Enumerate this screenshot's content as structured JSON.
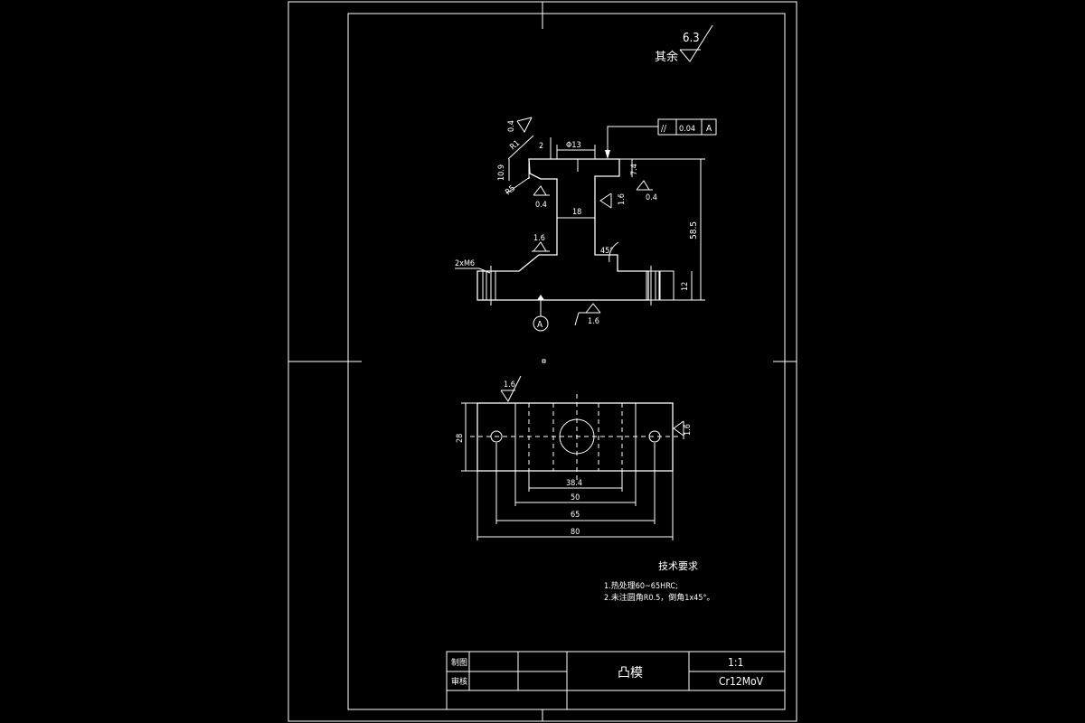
{
  "roughness_general": {
    "label": "其余",
    "value": "6.3"
  },
  "section_view": {
    "roughness": [
      "0.4",
      "0.4",
      "0.4",
      "1.6",
      "1.6",
      "1.6"
    ],
    "tolerance_frame": {
      "symbol": "//",
      "value": "0.04",
      "datum": "A"
    },
    "datum_label": "A",
    "dims": {
      "r1": "R1",
      "top_gap": "2",
      "dia13": "Φ13",
      "v10_9": "10.9",
      "r5": "R5",
      "d7_4": "7.4",
      "d18": "18",
      "d58_5": "58.5",
      "d12": "12",
      "angle45": "45°",
      "thread": "2xM6"
    }
  },
  "plan_view": {
    "roughness": [
      "1.6",
      "1.6"
    ],
    "dims": {
      "h28": "28",
      "d38_4": "38.4",
      "d50": "50",
      "d65": "65",
      "d80": "80"
    }
  },
  "tech_requirements": {
    "title": "技术要求",
    "items": [
      "1.热处理60~65HRC;",
      "2.未注圆角R0.5，倒角1x45°。"
    ]
  },
  "title_block": {
    "label_drawn": "制图",
    "label_checked": "审核",
    "part_name": "凸模",
    "scale": "1:1",
    "material": "Cr12MoV"
  }
}
